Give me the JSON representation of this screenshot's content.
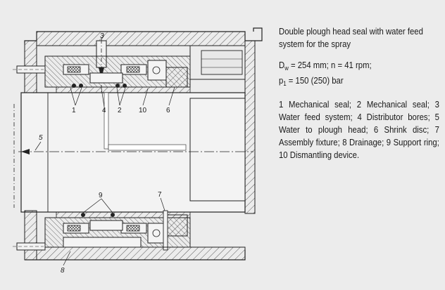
{
  "caption": {
    "title": "Double plough head seal with water feed system for the spray",
    "diameter_symbol": "D",
    "diameter_sub": "w",
    "diameter_value": " = 254 mm; n = 41 rpm;",
    "pressure_symbol": "p",
    "pressure_sub": "1",
    "pressure_value": " = 150 (250) bar",
    "legend": "1 Mechanical seal; 2 Mechanical seal; 3 Water feed system; 4 Distributor bores; 5 Water to plough head; 6 Shrink disc; 7 Assembly fixture; 8 Drainage; 9 Support ring; 10 Dismantling device."
  },
  "labels": {
    "l1": "1",
    "l2": "2",
    "l3": "3",
    "l4": "4",
    "l5": "5",
    "l6": "6",
    "l7": "7",
    "l8": "8",
    "l9": "9",
    "l10": "10"
  }
}
